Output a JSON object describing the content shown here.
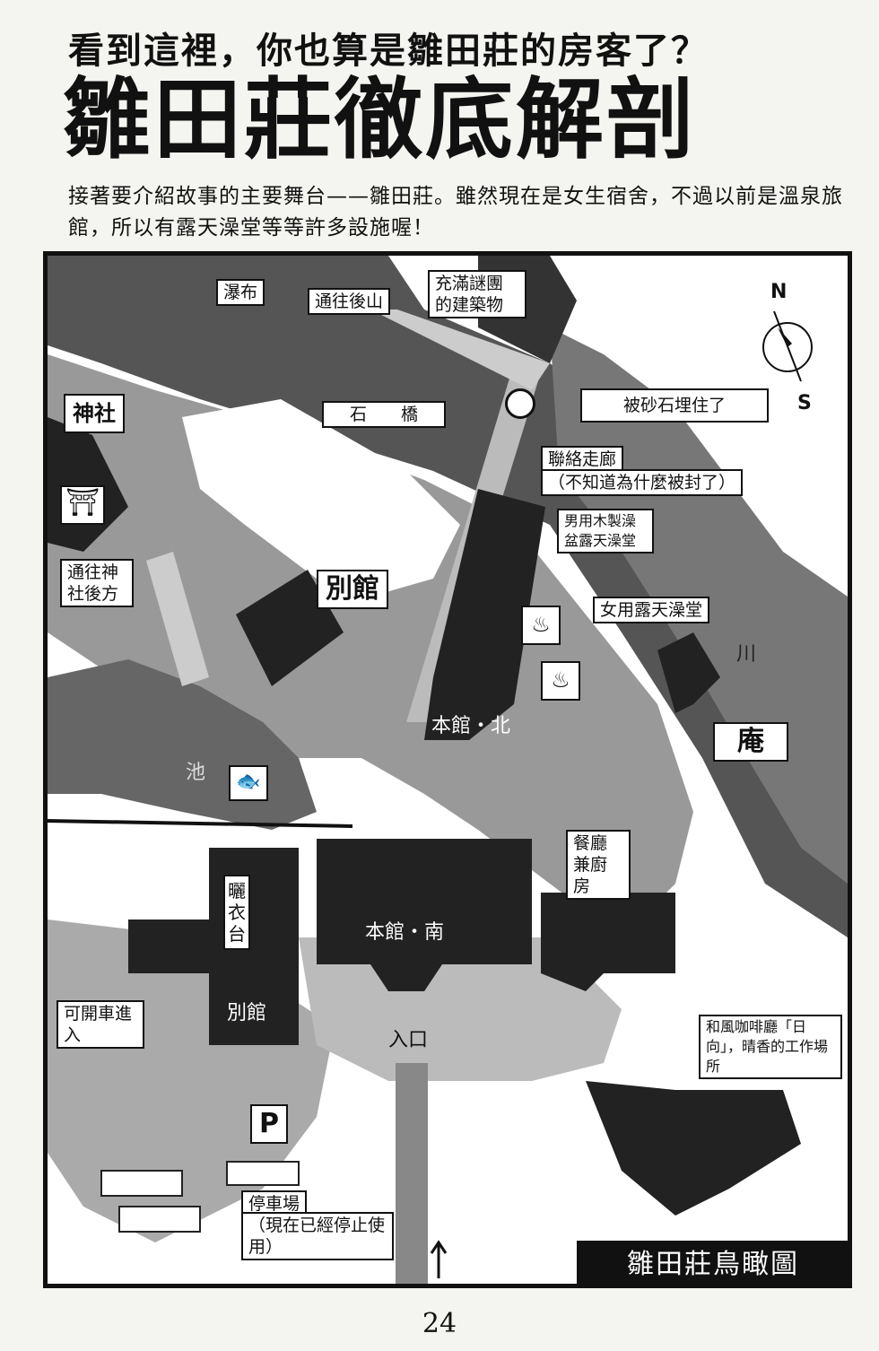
{
  "header": {
    "kicker": "看到這裡，你也算是雛田莊的房客了？",
    "title": "雛田莊徹底解剖",
    "intro": "接著要介紹故事的主要舞台——雛田莊。雖然現在是女生宿舍，不過以前是溫泉旅館，所以有露天澡堂等等許多設施喔！"
  },
  "map": {
    "compass": {
      "north": "N",
      "south": "S"
    },
    "labels": {
      "waterfall": "瀑布",
      "to_back_mountain": "通往後山",
      "mystery_building": "充滿謎團的建築物",
      "buried": "被砂石埋住了",
      "stone_bridge": "石　　橋",
      "corridor": "聯絡走廊",
      "corridor_note": "（不知道為什麼被封了）",
      "shrine": "神社",
      "to_shrine_back": "通往神社後方",
      "annex": "別館",
      "men_bath": "男用木製澡盆露天澡堂",
      "women_bath": "女用露天澡堂",
      "river": "川",
      "hermitage": "庵",
      "main_north": "本館・北",
      "pond": "池",
      "dining_kitchen": "餐廳兼廚房",
      "drying_deck": "曬衣台",
      "main_south": "本館・南",
      "annex_2": "別館",
      "car_entry": "可開車進入",
      "entrance": "入口",
      "cafe": "和風咖啡廳「日向」，晴香的工作場所",
      "parking_letter": "P",
      "parking": "停車場",
      "parking_note": "（現在已經停止使用）",
      "map_title": "雛田莊鳥瞰圖"
    },
    "icons": [
      "arrow-icon",
      "torii-icon",
      "hot-spring-icon",
      "fish-icon",
      "no-entry-icon",
      "compass-icon"
    ]
  },
  "page_number": "24"
}
